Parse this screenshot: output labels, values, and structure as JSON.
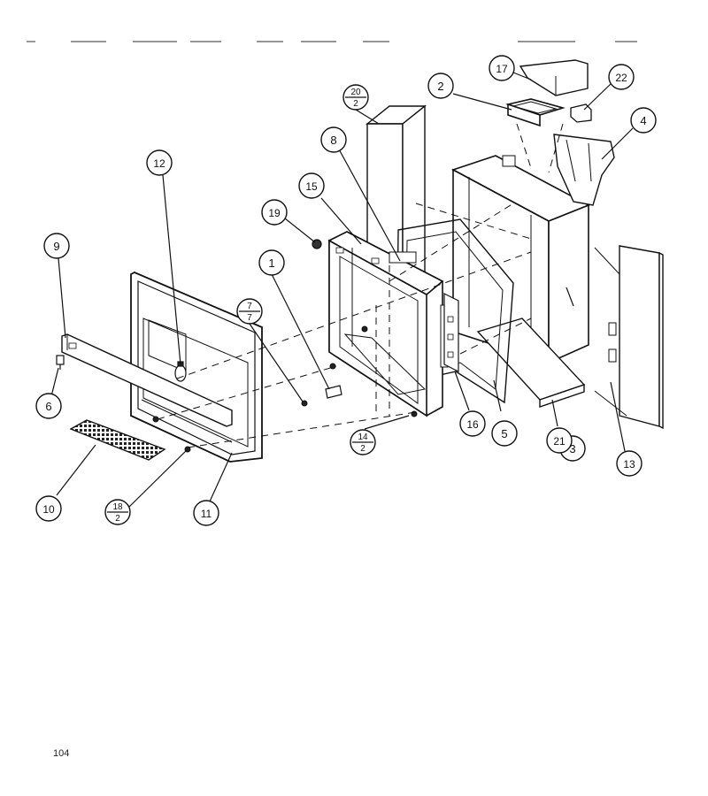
{
  "diagram": {
    "callouts": [
      {
        "id": "c1",
        "text": "1"
      },
      {
        "id": "c2",
        "text": "2"
      },
      {
        "id": "c3",
        "text": "3"
      },
      {
        "id": "c4",
        "text": "4"
      },
      {
        "id": "c5",
        "text": "5"
      },
      {
        "id": "c6",
        "text": "6"
      },
      {
        "id": "c8",
        "text": "8"
      },
      {
        "id": "c9",
        "text": "9"
      },
      {
        "id": "c10",
        "text": "10"
      },
      {
        "id": "c11",
        "text": "11"
      },
      {
        "id": "c12",
        "text": "12"
      },
      {
        "id": "c13",
        "text": "13"
      },
      {
        "id": "c15",
        "text": "15"
      },
      {
        "id": "c16",
        "text": "16"
      },
      {
        "id": "c17",
        "text": "17"
      },
      {
        "id": "c19",
        "text": "19"
      },
      {
        "id": "c21",
        "text": "21"
      },
      {
        "id": "c22",
        "text": "22"
      }
    ],
    "fraction_callouts": [
      {
        "id": "f20",
        "top": "20",
        "bottom": "2"
      },
      {
        "id": "f7",
        "top": "7",
        "bottom": "7"
      },
      {
        "id": "f14",
        "top": "14",
        "bottom": "2"
      },
      {
        "id": "f18",
        "top": "18",
        "bottom": "2"
      }
    ]
  },
  "page": {
    "number": "104"
  }
}
